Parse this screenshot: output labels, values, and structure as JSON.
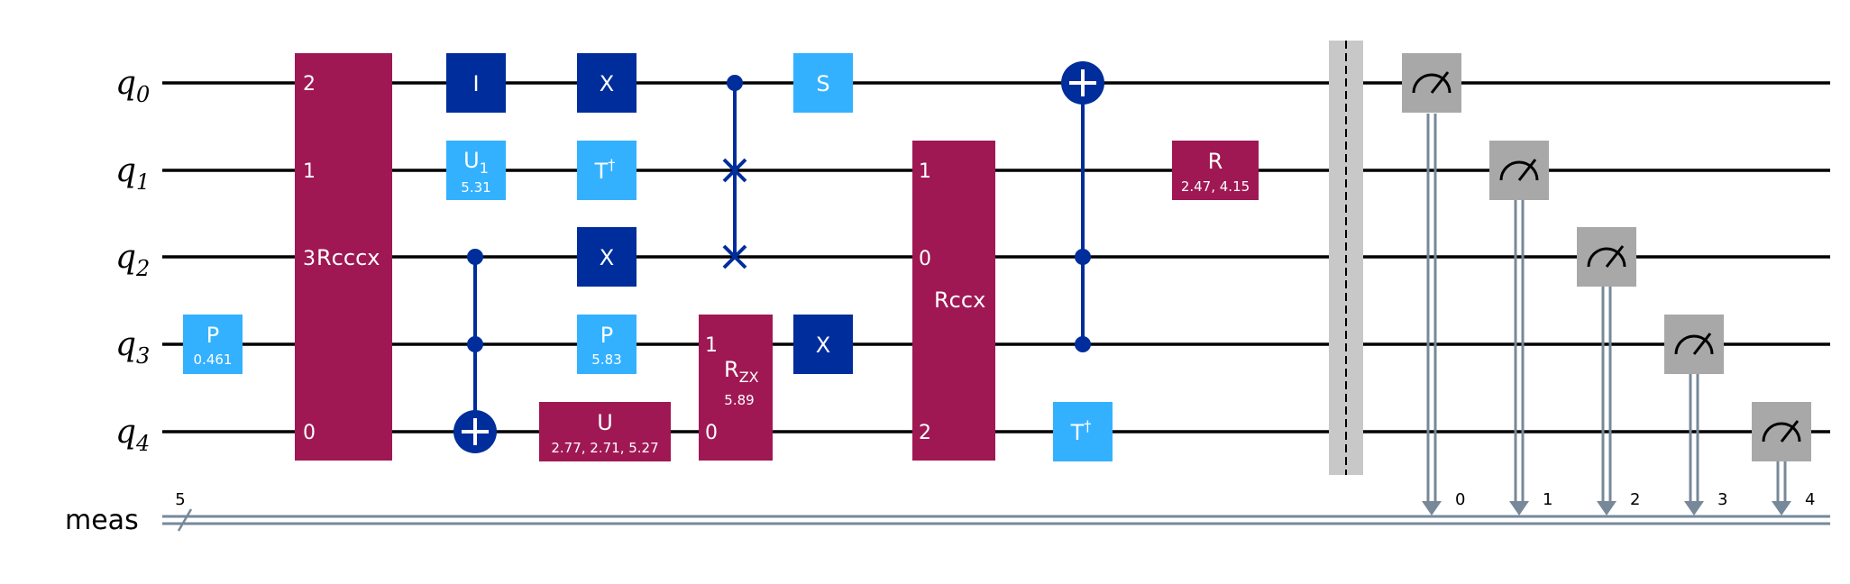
{
  "qubits": [
    {
      "base": "q",
      "index": "0"
    },
    {
      "base": "q",
      "index": "1"
    },
    {
      "base": "q",
      "index": "2"
    },
    {
      "base": "q",
      "index": "3"
    },
    {
      "base": "q",
      "index": "4"
    }
  ],
  "classical": {
    "label": "meas",
    "width": "5"
  },
  "colors": {
    "multi_gate": "#9f1853",
    "dark_gate": "#002d9c",
    "light_gate": "#33b1ff",
    "measure": "#a8a8a8",
    "classical_wire": "#778899",
    "barrier": "#c8c8c8",
    "control": "#002d9c"
  },
  "gates": {
    "rcccx": {
      "label": "Rcccx",
      "pins": [
        "2",
        "1",
        "3",
        "0"
      ]
    },
    "p_q3": {
      "label": "P",
      "param": "0.461"
    },
    "i_q0": {
      "label": "I"
    },
    "u1_q1": {
      "label": "U",
      "sub": "1",
      "param": "5.31"
    },
    "x_q0": {
      "label": "X"
    },
    "tdg_q1": {
      "label": "T",
      "sup": "†"
    },
    "x_q2": {
      "label": "X"
    },
    "p_q3b": {
      "label": "P",
      "param": "5.83"
    },
    "u_q4": {
      "label": "U",
      "param": "2.77, 2.71, 5.27"
    },
    "rzx": {
      "label": "R",
      "sub": "ZX",
      "param": "5.89",
      "pins": [
        "1",
        "0"
      ]
    },
    "s_q0": {
      "label": "S"
    },
    "x_q3": {
      "label": "X"
    },
    "rccx": {
      "label": "Rccx",
      "pins": [
        "1",
        "0",
        "2"
      ]
    },
    "tdg_q4": {
      "label": "T",
      "sup": "†"
    },
    "r_q1": {
      "label": "R",
      "param": "2.47, 4.15"
    }
  },
  "measurements": [
    "0",
    "1",
    "2",
    "3",
    "4"
  ]
}
